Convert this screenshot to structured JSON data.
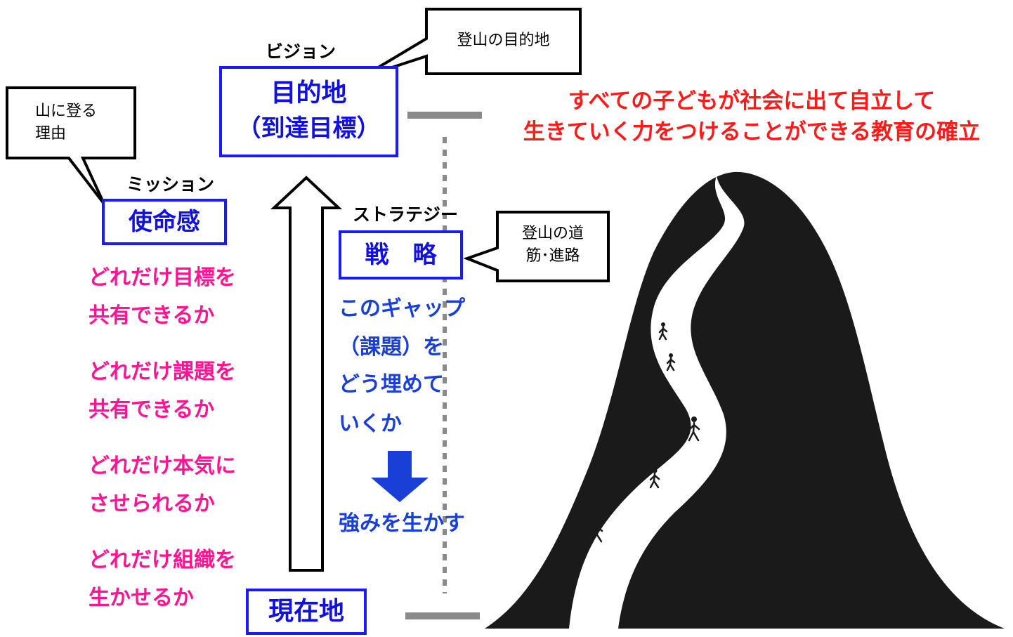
{
  "callouts": {
    "climb_reason": "山に登る\n理由",
    "destination": "登山の目的地",
    "route": "登山の道\n筋･進路"
  },
  "labels": {
    "vision": "ビジョン",
    "mission": "ミッション",
    "strategy": "ストラテジー"
  },
  "boxes": {
    "destination_line1": "目的地",
    "destination_line2": "（到達目標）",
    "mission_box": "使命感",
    "strategy_box": "戦　略",
    "current": "現在地"
  },
  "goal_text": {
    "line1": "すべての子どもが社会に出て自立して",
    "line2": "生きていく力をつけることができる教育の確立"
  },
  "mission_points": [
    "どれだけ目標を",
    "共有できるか",
    "どれだけ課題を",
    "共有できるか",
    "どれだけ本気に",
    "させられるか",
    "どれだけ組織を",
    "生かせるか"
  ],
  "strategy_text": [
    "このギャップ",
    "（課題）を",
    "どう埋めて",
    "いくか"
  ],
  "strength_text": "強みを生かす",
  "colors": {
    "box_border": "#1a1aff",
    "mission_text": "#ff1493",
    "strategy_text": "#1a3fd6",
    "goal_text": "#ff1a1a",
    "mountain": "#1a1a1a",
    "down_arrow": "#1a3fd6"
  },
  "icons": {
    "hikers": "walking-person-icon",
    "up_arrow": "up-arrow-icon",
    "down_arrow": "down-arrow-icon"
  }
}
